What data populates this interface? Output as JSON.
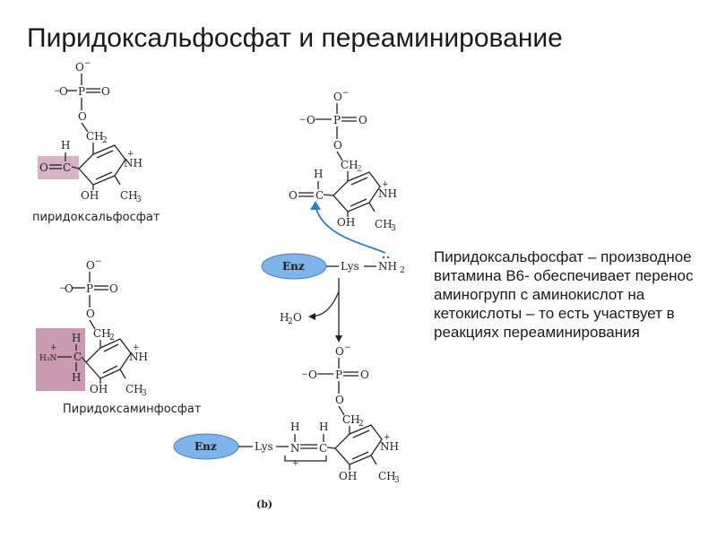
{
  "slide": {
    "title": "Пиридоксальфосфат и переаминирование",
    "description": "Пиридоксальфосфат – производное витамина В6- обеспечивает перенос аминогрупп с аминокислот на кетокислоты – то есть участвует в реакциях переаминирования"
  },
  "structures": {
    "pyridoxal_phosphate_label": "пиридоксальфосфат",
    "pyridoxamine_phosphate_label": "Пиридоксаминфосфат",
    "panel_label": "(b)"
  },
  "reaction": {
    "enzyme_label": "Enz",
    "lysine_label": "Lys",
    "amino_group": "NH",
    "water": "H",
    "water_oxygen": "O"
  },
  "atoms": {
    "O": "O",
    "P": "P",
    "C": "C",
    "H": "H",
    "N": "N",
    "NH": "NH",
    "OH": "OH",
    "CH": "CH",
    "sub2": "2",
    "sub3": "3",
    "charge_minus": "−",
    "charge_plus": "+",
    "H3N": "H₃N"
  },
  "colors": {
    "aldehyde_highlight": "#d6b3c6",
    "amine_highlight": "#c99bb3",
    "enzyme_fill": "#7eb4ea",
    "enzyme_stroke": "#4a7fc0",
    "arrow_blue": "#2f7fc6",
    "green_group": "#1f8a3a",
    "lone_pair_pink": "#d03080"
  }
}
